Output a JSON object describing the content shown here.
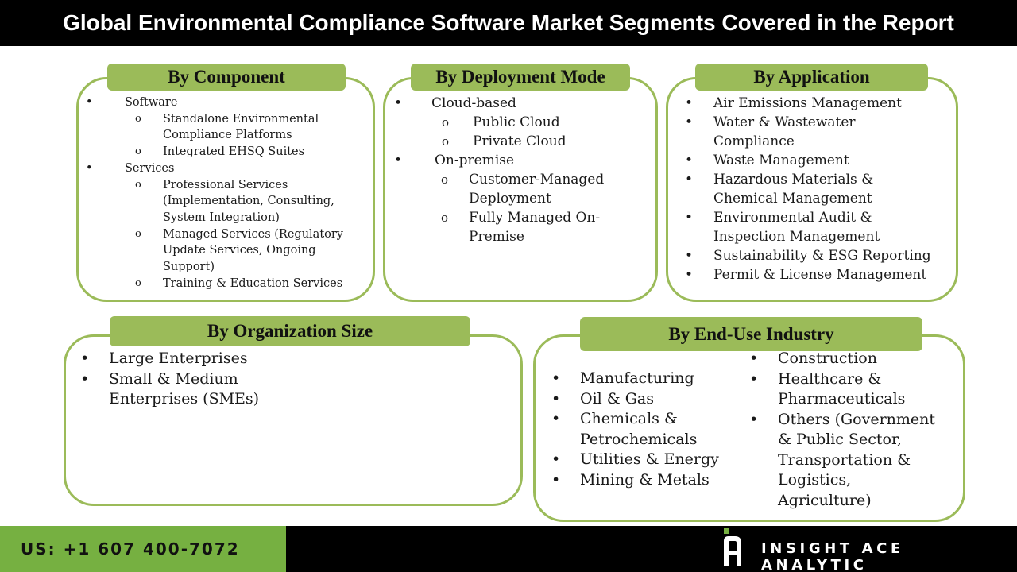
{
  "title": "Global Environmental Compliance Software Market Segments Covered in the Report",
  "colors": {
    "accent_green": "#9bbb59",
    "footer_green": "#76b041",
    "dark": "#000000"
  },
  "segments": {
    "component": {
      "header": "By Component",
      "items": [
        {
          "label": "Software",
          "children": [
            "Standalone Environmental Compliance Platforms",
            "Integrated EHSQ Suites"
          ]
        },
        {
          "label": "Services",
          "children": [
            "Professional Services (Implementation, Consulting, System Integration)",
            "Managed Services (Regulatory Update Services, Ongoing Support)",
            "Training & Education Services"
          ]
        }
      ]
    },
    "deployment": {
      "header": "By Deployment Mode",
      "items": [
        {
          "label": "Cloud-based",
          "children": [
            "Public Cloud",
            "Private Cloud"
          ]
        },
        {
          "label": "On-premise",
          "children": [
            "Customer-Managed Deployment",
            "Fully Managed On-Premise"
          ]
        }
      ]
    },
    "application": {
      "header": "By Application",
      "items": [
        "Air Emissions Management",
        "Water & Wastewater Compliance",
        "Waste Management",
        "Hazardous Materials & Chemical Management",
        "Environmental Audit & Inspection Management",
        "Sustainability & ESG Reporting",
        "Permit & License Management"
      ]
    },
    "organization_size": {
      "header": "By Organization Size",
      "items": [
        "Large Enterprises",
        "Small & Medium Enterprises (SMEs)"
      ]
    },
    "end_use": {
      "header": "By End-Use Industry",
      "left_items": [
        "Manufacturing",
        "Oil & Gas",
        "Chemicals & Petrochemicals",
        "Utilities & Energy",
        "Mining & Metals"
      ],
      "right_items": [
        "Construction",
        "Healthcare & Pharmaceuticals",
        "Others (Government & Public Sector, Transportation & Logistics, Agriculture)"
      ]
    }
  },
  "bullets": {
    "primary": "•",
    "secondary": "o"
  },
  "footer": {
    "phone": "US: +1 607 400-7072",
    "brand": "INSIGHT ACE ANALYTIC",
    "logo_icon": "insightace-logo-icon"
  }
}
